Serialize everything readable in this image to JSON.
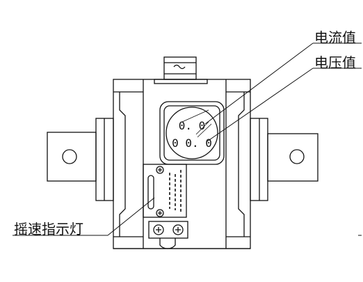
{
  "labels": {
    "current": "电流值",
    "voltage": "电压值",
    "speed_indicator": "摇速指示灯"
  },
  "display": {
    "line1": "0. 0",
    "line2": "0 0. 0"
  },
  "colors": {
    "ink": "#111111",
    "background": "#ffffff"
  }
}
